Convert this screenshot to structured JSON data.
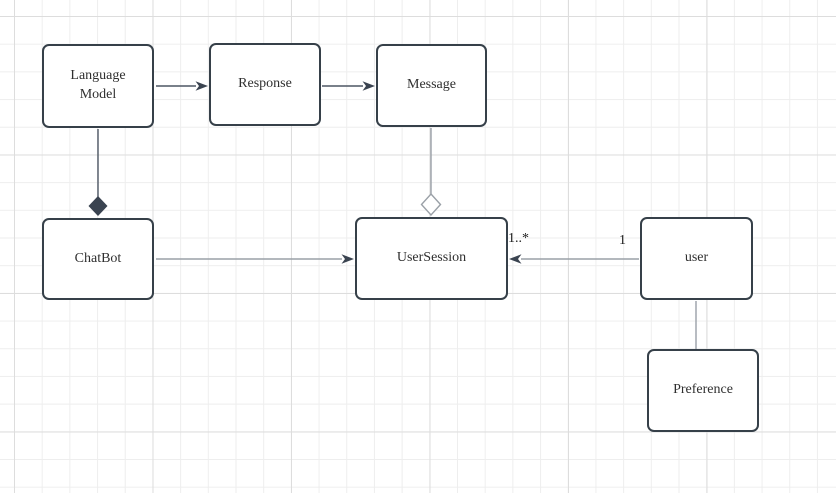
{
  "diagram": {
    "kind": "uml-class-diagram"
  },
  "nodes": [
    {
      "id": "language-model",
      "label": "Language Model"
    },
    {
      "id": "response",
      "label": "Response"
    },
    {
      "id": "message",
      "label": "Message"
    },
    {
      "id": "chatbot",
      "label": "ChatBot"
    },
    {
      "id": "user-session",
      "label": "UserSession"
    },
    {
      "id": "user",
      "label": "user"
    },
    {
      "id": "preference",
      "label": "Preference"
    }
  ],
  "edges": [
    {
      "from": "Language Model",
      "to": "Response",
      "type": "directed-arrow"
    },
    {
      "from": "Response",
      "to": "Message",
      "type": "directed-arrow"
    },
    {
      "from": "Language Model",
      "to": "ChatBot",
      "type": "composition-filled-diamond"
    },
    {
      "from": "Message",
      "to": "UserSession",
      "type": "aggregation-open-diamond"
    },
    {
      "from": "ChatBot",
      "to": "UserSession",
      "type": "directed-arrow"
    },
    {
      "from": "user",
      "to": "UserSession",
      "type": "directed-arrow",
      "source_label": "1",
      "target_label": "1..*"
    },
    {
      "from": "user",
      "to": "Preference",
      "type": "plain-line"
    }
  ],
  "edge_labels": {
    "user_session_multiplicity": "1..*",
    "user_multiplicity": "1"
  },
  "colors": {
    "node_border": "#364049",
    "node_fill": "#ffffff",
    "node_text": "#2f2f2f",
    "edge_dark": "#4d5663",
    "edge_gray": "#9aa0a7",
    "arrow_fill": "#3a4350",
    "diamond_open_fill": "#ffffff",
    "grid_minor": "#eeeeee",
    "grid_major": "#dddddd",
    "background": "#ffffff"
  }
}
